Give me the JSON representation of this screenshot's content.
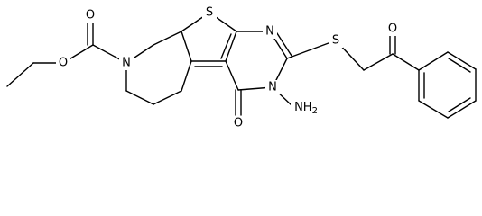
{
  "molecule": {
    "atoms": {
      "S_ring": "S",
      "N_top": "N",
      "N_amino": "N",
      "NH2": "NH2",
      "O_ketone_ring": "O",
      "S_thioether": "S",
      "O_ketone_chain": "O",
      "N_piperidine": "N",
      "O_ester_carbonyl": "O",
      "O_ester": "O"
    }
  }
}
